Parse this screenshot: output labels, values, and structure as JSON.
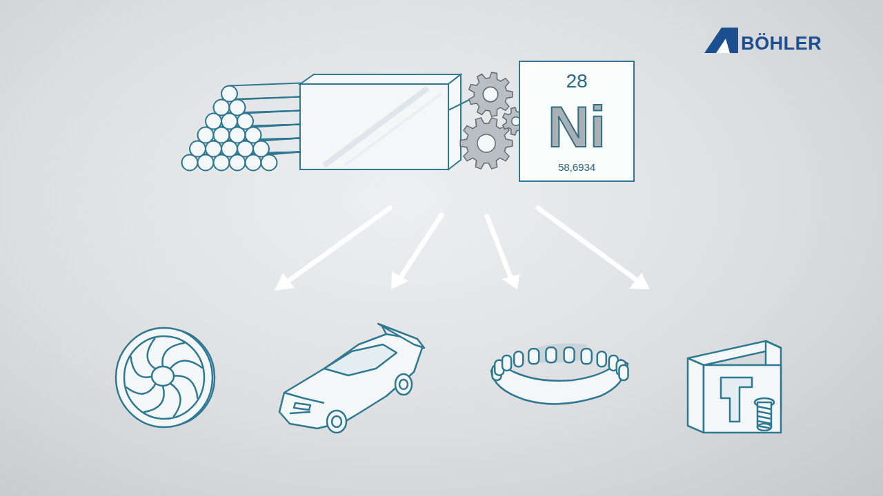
{
  "diagram": {
    "nodes": [
      {
        "text": [
          "28",
          "Ni",
          "58,6934"
        ]
      }
    ],
    "labels": [
      "BÖHLER"
    ]
  }
}
